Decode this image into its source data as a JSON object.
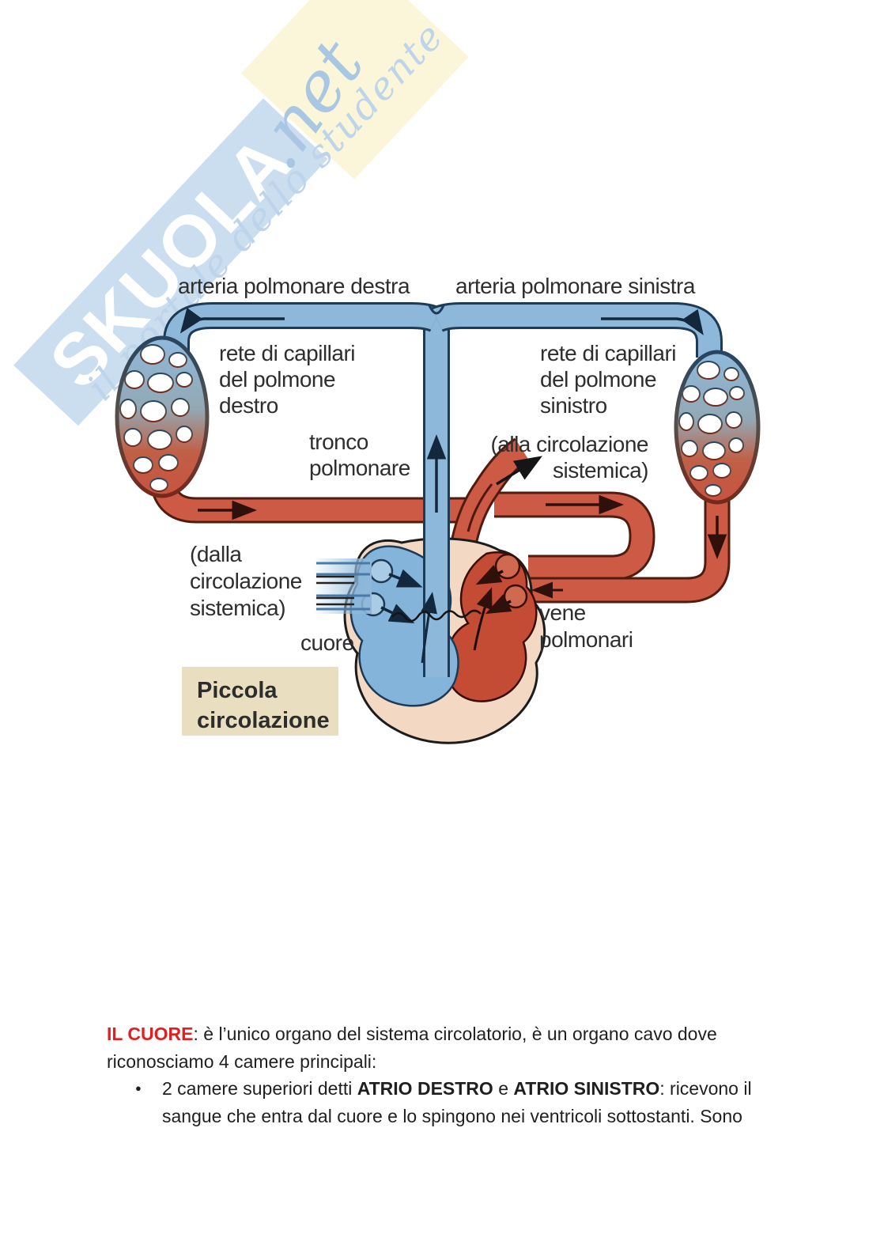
{
  "watermark": {
    "brand_main": "SKUOLA",
    "brand_suffix": ".net",
    "tagline": "il portale dello studente"
  },
  "diagram": {
    "caption_box": {
      "line1": "Piccola",
      "line2": "circolazione"
    },
    "labels": {
      "artery_top_left": "arteria polmonare destra",
      "artery_top_right": "arteria polmonare sinistra",
      "capillary_left_l1": "rete di capillari",
      "capillary_left_l2": "del polmone",
      "capillary_left_l3": "destro",
      "capillary_right_l1": "rete di capillari",
      "capillary_right_l2": "del polmone",
      "capillary_right_l3": "sinistro",
      "trunk_l1": "tronco",
      "trunk_l2": "polmonare",
      "to_systemic_l1": "(alla circolazione",
      "to_systemic_l2": "sistemica)",
      "from_systemic_l1": "(dalla",
      "from_systemic_l2": "circolazione",
      "from_systemic_l3": "sistemica)",
      "heart": "cuore",
      "veins_l1": "vene",
      "veins_l2": "polmonari"
    },
    "colors": {
      "artery_blue": "#8eb8da",
      "vein_red": "#cd5a45",
      "heart_wall": "#f3d8c3",
      "caption_bg": "#e9dfc0"
    }
  },
  "body_text": {
    "bullet_char": "●",
    "heading_bold": "IL CUORE",
    "heading_rest": ": è l’unico organo del sistema circolatorio, è un organo cavo dove",
    "heading_line2": "riconosciamo 4 camere principali:",
    "bullet_seg1": "2 camere superiori detti ",
    "bullet_bold1": "ATRIO DESTRO",
    "bullet_seg2": " e ",
    "bullet_bold2": "ATRIO SINISTRO",
    "bullet_seg3": ": ricevono il",
    "bullet_line2": "sangue che entra dal cuore e lo spingono nei ventricoli sottostanti. Sono"
  }
}
